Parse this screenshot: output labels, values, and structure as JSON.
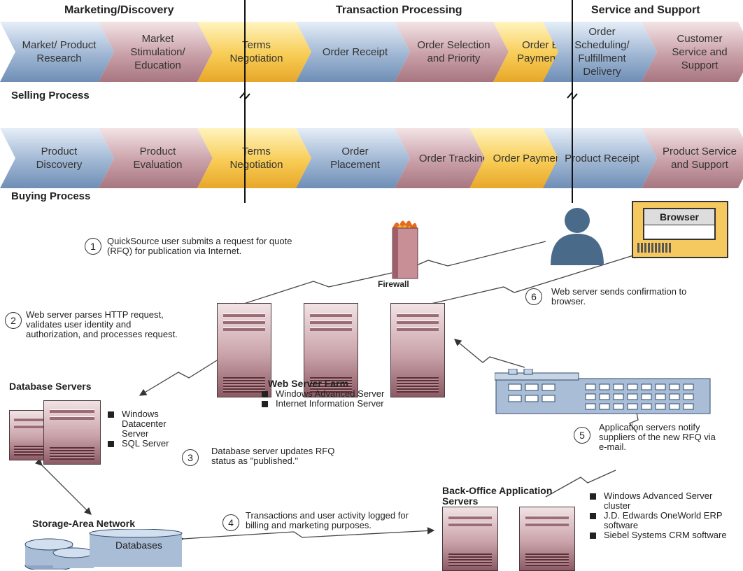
{
  "headers": [
    "Marketing/Discovery",
    "Transaction Processing",
    "Service and Support"
  ],
  "selling": {
    "label": "Selling Process",
    "steps": [
      "Market/ Product Research",
      "Market Stimulation/ Education",
      "Terms Negotiation",
      "Order Receipt",
      "Order Selection and Priority",
      "Order Billing/ Payment Mgmt",
      "Order Scheduling/ Fulfillment Delivery",
      "Customer Service and Support"
    ]
  },
  "buying": {
    "label": "Buying Process",
    "steps": [
      "Product Discovery",
      "Product Evaluation",
      "Terms Negotiation",
      "Order Placement",
      "Order Tracking",
      "Order Payment",
      "Product Receipt",
      "Product Service and Support"
    ]
  },
  "steps_notes": {
    "n1": "1",
    "t1": "QuickSource user submits a request for quote (RFQ) for publication via Internet.",
    "n2": "2",
    "t2": "Web server parses HTTP request, validates user identity and authorization, and processes request.",
    "n3": "3",
    "t3": "Database server updates RFQ status as \"published.\"",
    "n4": "4",
    "t4": "Transactions and user activity logged for billing and marketing purposes.",
    "n5": "5",
    "t5": "Application servers notify suppliers of the new RFQ via e-mail.",
    "n6": "6",
    "t6": "Web server sends confirmation to browser."
  },
  "components": {
    "firewall": "Firewall",
    "browser": "Browser",
    "web_farm": "Web Server Farm",
    "web_farm_items": [
      "Windows Advanced Server",
      "Internet Information Server"
    ],
    "db_servers": "Database Servers",
    "db_items": [
      "Windows Datacenter Server",
      "SQL Server"
    ],
    "san": "Storage-Area Network",
    "databases": "Databases",
    "backoffice": "Back-Office Application Servers",
    "backoffice_items": [
      "Windows Advanced Server cluster",
      "J.D. Edwards OneWorld ERP software",
      "Siebel Systems CRM software"
    ]
  },
  "colors": {
    "blue": "#9fb6d3",
    "pink": "#c9a0a8",
    "gold": "#f8cc55"
  }
}
